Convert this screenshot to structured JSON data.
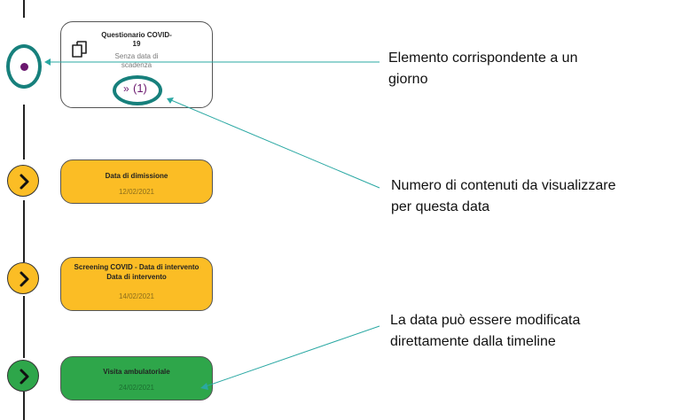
{
  "colors": {
    "teal": "#17807c",
    "purple": "#6a176e",
    "yellow": "#fbbd25",
    "green": "#2ea64a",
    "outline": "#555555",
    "line": "#222222"
  },
  "timeline": {
    "first_item": {
      "title_line1": "Questionario COVID-",
      "title_line2": "19",
      "subtitle_line1": "Senza data di",
      "subtitle_line2": "scadenza",
      "expand_indicator": "(1)",
      "expand_icon": "double-chevron-down-icon",
      "doc_icon": "copy-documents-icon"
    },
    "items": [
      {
        "title_line1": "Data di dimissione",
        "title_line2": "",
        "date": "12/02/2021",
        "icon": "chevron-right-icon"
      },
      {
        "title_line1": "Screening COVID - Data di intervento",
        "title_line2": "Data di intervento",
        "date": "14/02/2021",
        "icon": "chevron-right-icon"
      },
      {
        "title_line1": "Visita ambulatoriale",
        "title_line2": "",
        "date": "24/02/2021",
        "icon": "chevron-right-icon"
      }
    ]
  },
  "annotations": [
    {
      "line1": "Elemento corrispondente a un",
      "line2": "giorno"
    },
    {
      "line1": "Numero di contenuti da visualizzare",
      "line2": "per questa data"
    },
    {
      "line1": "La data può essere modificata",
      "line2": "direttamente dalla timeline"
    }
  ]
}
